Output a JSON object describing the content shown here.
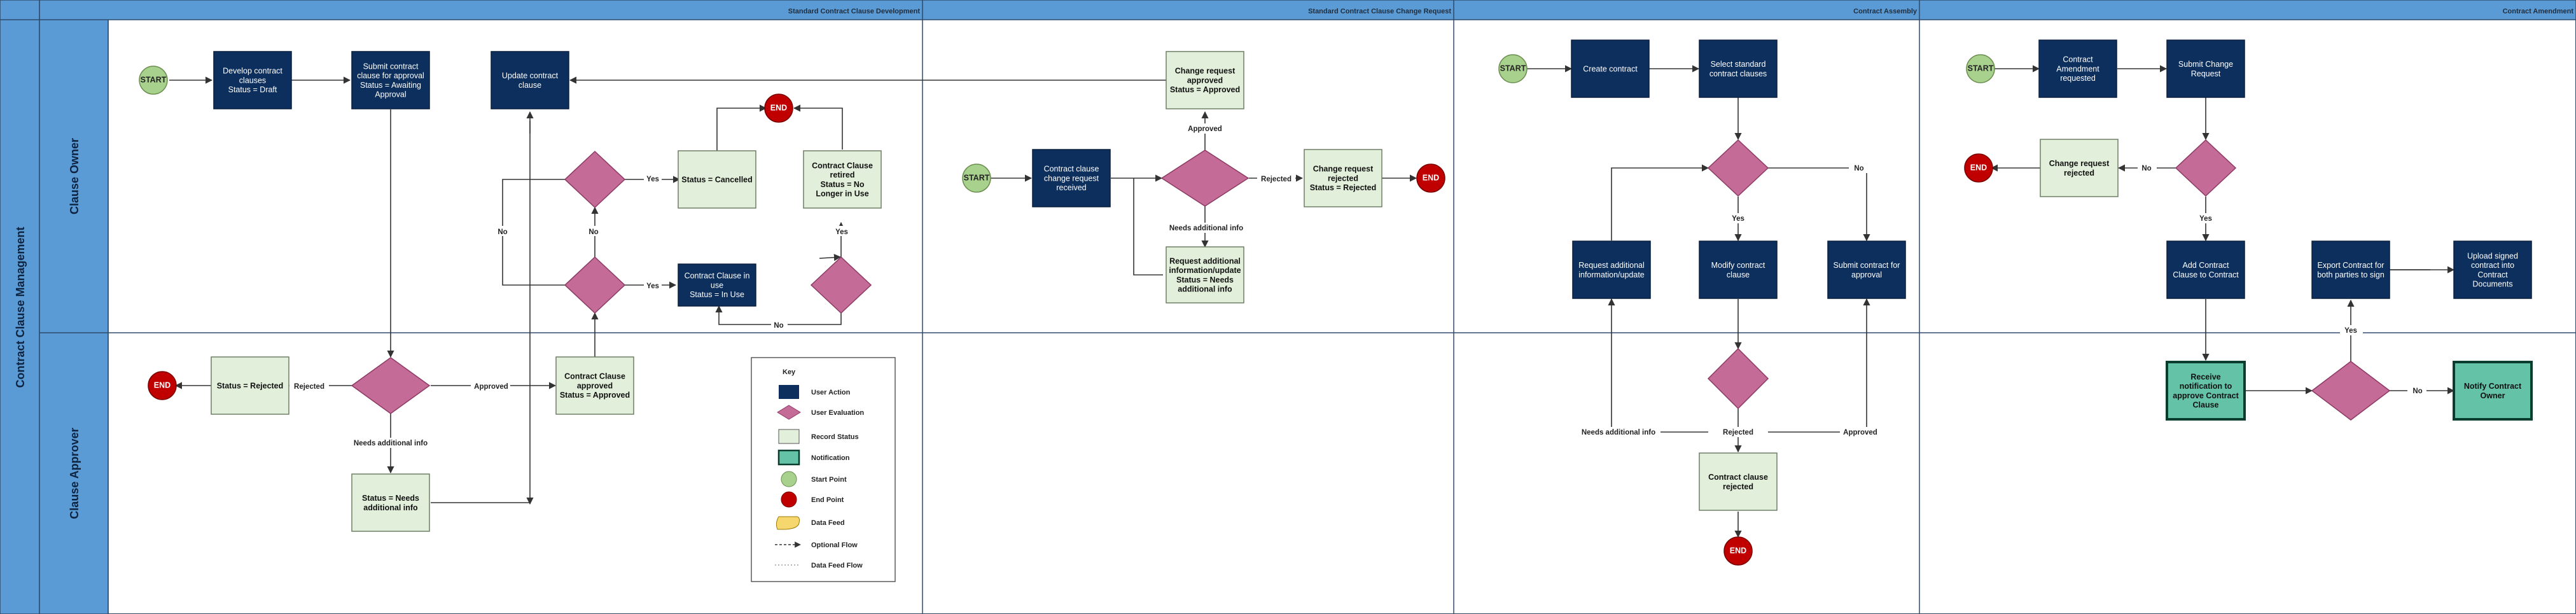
{
  "title": "Contract Clause Management",
  "lanes": {
    "owner": "Clause Owner",
    "approver": "Clause Approver"
  },
  "sections": {
    "dev": "Standard Contract Clause Development",
    "change": "Standard Contract Clause Change Request",
    "assembly": "Contract Assembly",
    "amend": "Contract Amendment"
  },
  "nodes": {
    "dev_start": "START",
    "dev_develop": "Develop contract clauses\nStatus = Draft",
    "dev_submit": "Submit contract clause for approval\nStatus = Awaiting Approval",
    "dev_update": "Update contract clause",
    "dev_end_top": "END",
    "dev_cancel_q": "",
    "dev_cancelled": "Status = Cancelled",
    "dev_retired": "Contract Clause retired\nStatus = No Longer in Use",
    "dev_inuse_q": "",
    "dev_inuse": "Contract Clause in use\nStatus = In Use",
    "dev_retire_q": "",
    "dev_approve_q": "",
    "dev_rejected": "Status = Rejected",
    "dev_end_left": "END",
    "dev_approved": "Contract Clause approved\nStatus = Approved",
    "dev_needs": "Status = Needs additional info",
    "ch_start": "START",
    "ch_received": "Contract clause change request received",
    "ch_eval_q": "",
    "ch_approved": "Change request approved\nStatus = Approved",
    "ch_rejected": "Change request rejected\nStatus = Rejected",
    "ch_end": "END",
    "ch_request_info": "Request additional information/update\nStatus = Needs additional info",
    "as_start": "START",
    "as_create": "Create contract",
    "as_select": "Select standard contract clauses",
    "as_modify_q": "",
    "as_request_info": "Request additional information/update",
    "as_modify": "Modify contract clause",
    "as_submit": "Submit contract for approval",
    "as_review_q": "",
    "as_rejected": "Contract clause rejected",
    "as_end": "END",
    "am_start": "START",
    "am_requested": "Contract Amendment requested",
    "am_submit": "Submit Change Request",
    "am_approve_q": "",
    "am_rejected": "Change request rejected",
    "am_end": "END",
    "am_add": "Add Contract Clause to Contract",
    "am_export": "Export Contract for both parties to sign",
    "am_upload": "Upload signed contract into Contract Documents",
    "am_notify_recv": "Receive notification to approve Contract Clause",
    "am_notif_q": "",
    "am_notify_owner": "Notify Contract Owner"
  },
  "edge_labels": {
    "yes": "Yes",
    "no": "No",
    "approved": "Approved",
    "rejected": "Rejected",
    "needs_info": "Needs additional info"
  },
  "legend": {
    "title": "Key",
    "items": [
      "User Action",
      "User Evaluation",
      "Record Status",
      "Notification",
      "Start Point",
      "End Point",
      "Data Feed",
      "Optional Flow",
      "Data Feed Flow"
    ]
  },
  "colors": {
    "header_blue": "#5b9bd5",
    "action_navy": "#0d2f5e",
    "evaluation_pink": "#c46b97",
    "status_green": "#e2efda",
    "notification_teal": "#64c2a6",
    "start_green": "#a9d18e",
    "end_red": "#c00000"
  }
}
